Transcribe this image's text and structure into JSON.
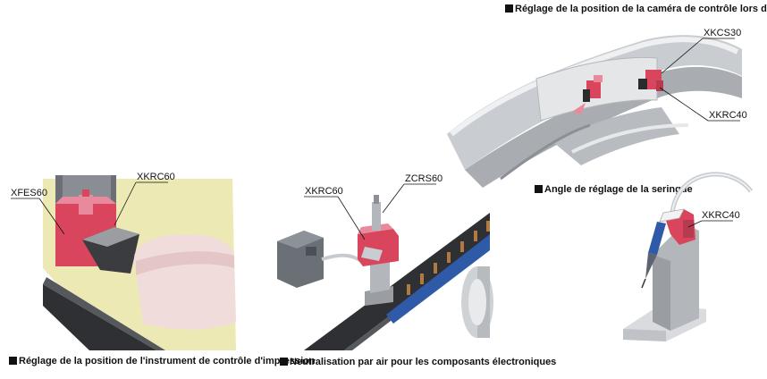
{
  "captions": {
    "camera": "Réglage de la position de la caméra de contrôle lors de la peinture",
    "syringe": "Angle de réglage de la seringue",
    "print": "Réglage de la position de l'instrument de contrôle d'impression",
    "air": "Neutralisation par air pour les composants électroniques"
  },
  "labels": {
    "xkcs30": "XKCS30",
    "xkrc40_camera": "XKRC40",
    "xkrc40_syringe": "XKRC40",
    "xfes60": "XFES60",
    "xkrc60_print": "XKRC60",
    "xkrc60_air": "XKRC60",
    "zcrs60": "ZCRS60"
  },
  "colors": {
    "part_red": "#d8455c",
    "part_pink": "#e98a9c",
    "metal_grey": "#9a9ea3",
    "belt_dark": "#2e3034",
    "bed_yellow": "#ece9b4",
    "rail_blue": "#2f5aa8"
  }
}
